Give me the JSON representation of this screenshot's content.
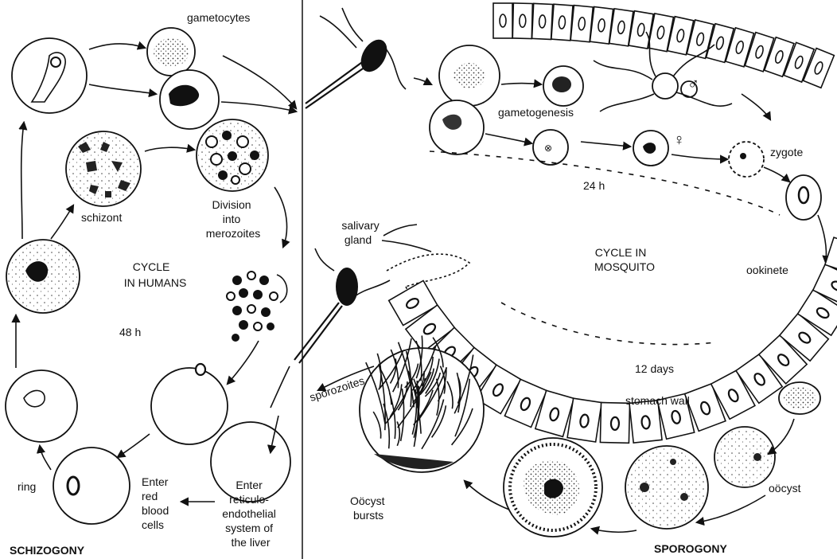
{
  "diagram": {
    "labels": {
      "gametocytes": "gametocytes",
      "schizont": "schizont",
      "division": [
        "Division",
        "into",
        "merozoites"
      ],
      "cycle_humans": [
        "CYCLE",
        "IN HUMANS"
      ],
      "hours_48": "48 h",
      "ring": "ring",
      "enter_red": [
        "Enter",
        "red",
        "blood",
        "cells"
      ],
      "enter_liver": [
        "Enter",
        "reticulo-",
        "endothelial",
        "system of",
        "the liver"
      ],
      "schizogony": "SCHIZOGONY",
      "gametogenesis": "gametogenesis",
      "male_symbol": "♂",
      "female_symbol": "♀",
      "zygote": "zygote",
      "hours_24": "24 h",
      "salivary_gland": [
        "salivary",
        "gland"
      ],
      "cycle_mosquito": [
        "CYCLE IN",
        "MOSQUITO"
      ],
      "ookinete": "ookinete",
      "sporozoites": "sporozoites",
      "days_12": "12 days",
      "stomach_wall": "stomach wall",
      "oocyst": "oöcyst",
      "oocyst_bursts": [
        "Oöcyst",
        "bursts"
      ],
      "sporogony": "SPOROGONY"
    }
  }
}
